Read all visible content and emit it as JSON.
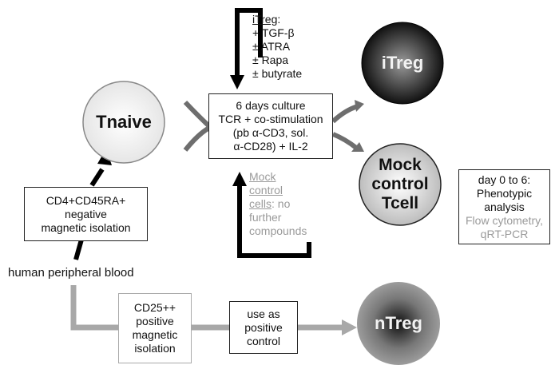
{
  "circles": {
    "tnaive": "Tnaive",
    "itreg": "iTreg",
    "mock": [
      "Mock",
      "control",
      "Tcell"
    ],
    "ntreg": "nTreg"
  },
  "itreg_conditions": {
    "heading": "iTreg",
    "heading_suffix": ":",
    "items": [
      "+ TGF-β",
      "± ATRA",
      "± Rapa",
      "± butyrate"
    ]
  },
  "culture_box": [
    "6 days culture",
    "TCR + co-stimulation",
    "(pb α-CD3, sol.",
    "α-CD28) + IL-2"
  ],
  "mock_conditions": {
    "heading_lines": [
      "Mock",
      "control",
      "cells"
    ],
    "rest": [
      ": no",
      "further",
      "compounds"
    ]
  },
  "isolation_box": [
    "CD4+CD45RA+",
    "negative",
    "magnetic isolation"
  ],
  "source_label": "human peripheral blood",
  "cd25_box": [
    "CD25++",
    "positive",
    "magnetic",
    "isolation"
  ],
  "positive_control_box": [
    "use as",
    "positive",
    "control"
  ],
  "analysis_box": {
    "lines": [
      "day 0 to 6:",
      "Phenotypic",
      "analysis"
    ],
    "methods": [
      "Flow cytometry,",
      "qRT-PCR"
    ]
  },
  "colors": {
    "black_arrow": "#000000",
    "grey_arrow": "#777777",
    "light_grey_arrow": "#a8a8a8"
  }
}
